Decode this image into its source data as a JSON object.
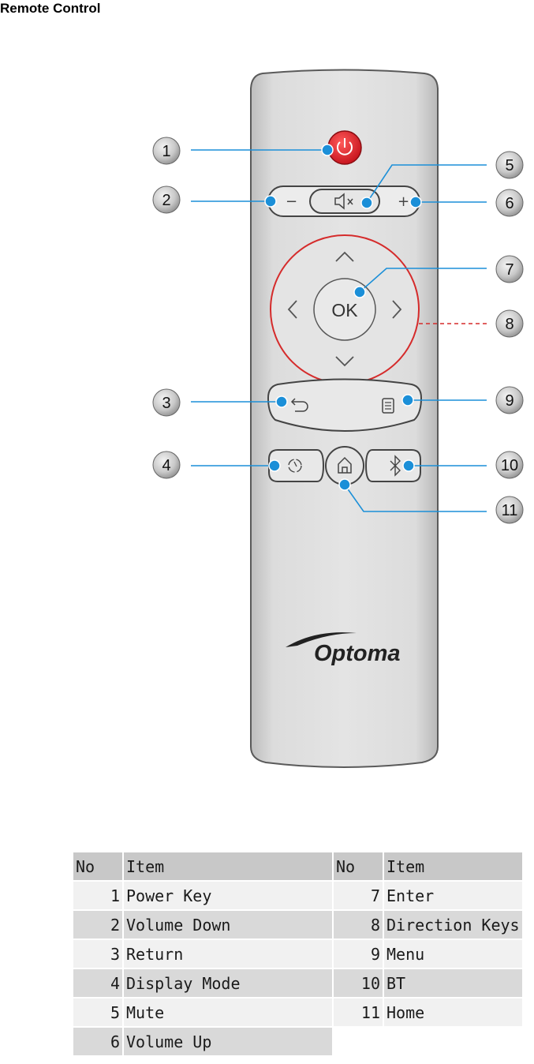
{
  "title": "Remote Control",
  "remote": {
    "ok_label": "OK",
    "brand": "Optoma",
    "minus_label": "−",
    "plus_label": "+",
    "callouts": [
      "1",
      "2",
      "3",
      "4",
      "5",
      "6",
      "7",
      "8",
      "9",
      "10",
      "11"
    ]
  },
  "table": {
    "headers": {
      "no1": "No",
      "item1": "Item",
      "no2": "No",
      "item2": "Item"
    },
    "rows": [
      {
        "no1": "1",
        "item1": "Power Key",
        "no2": "7",
        "item2": "Enter"
      },
      {
        "no1": "2",
        "item1": "Volume Down",
        "no2": "8",
        "item2": "Direction Keys"
      },
      {
        "no1": "3",
        "item1": "Return",
        "no2": "9",
        "item2": "Menu"
      },
      {
        "no1": "4",
        "item1": "Display Mode",
        "no2": "10",
        "item2": "BT"
      },
      {
        "no1": "5",
        "item1": "Mute",
        "no2": "11",
        "item2": "Home"
      },
      {
        "no1": "6",
        "item1": "Volume Up",
        "no2": "",
        "item2": ""
      }
    ]
  },
  "colors": {
    "power": "#e0202a",
    "leader": "#1b8fd8",
    "ring": "#d52b2b",
    "body": "#d7d7d7"
  }
}
